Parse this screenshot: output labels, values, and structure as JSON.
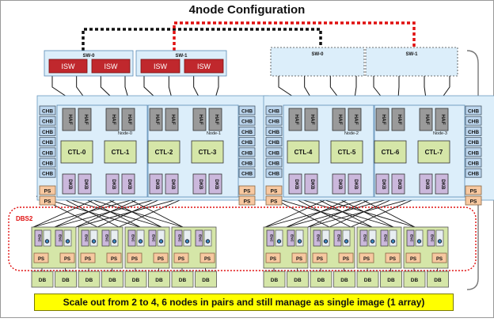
{
  "title": "4node Configuration",
  "dbs_label": "DBS2",
  "banner": "Scale out from 2 to 4, 6 nodes in pairs and still manage as single image (1 array)",
  "left": {
    "switches": [
      {
        "label": "SW-0",
        "isw": [
          "ISW",
          "ISW"
        ]
      },
      {
        "label": "SW-1",
        "isw": [
          "ISW",
          "ISW"
        ]
      }
    ],
    "nodes": [
      "Node-0",
      "Node-1"
    ],
    "ctl": [
      "CTL-0",
      "CTL-1",
      "CTL-2",
      "CTL-3"
    ]
  },
  "right": {
    "switches": [
      {
        "label": "SW-0"
      },
      {
        "label": "SW-1"
      }
    ],
    "nodes": [
      "Node-2",
      "Node-3"
    ],
    "ctl": [
      "CTL-4",
      "CTL-5",
      "CTL-6",
      "CTL-7"
    ]
  },
  "labels": {
    "chb": "CHB",
    "ps": "PS",
    "haf": "HAF",
    "dkb": "DKB",
    "enc": "ENC",
    "db": "DB"
  },
  "colors": {
    "switch_box": "#dceefa",
    "isw": "#c0282d",
    "node_box": "#dceefa",
    "chb": "#bcd6ee",
    "ps": "#f7c8a0",
    "haf": "#9a9a9a",
    "ctl": "#d5e6a8",
    "dkb": "#cbb8dc",
    "enc_tray": "#d5e6a8",
    "db": "#d5e6a8",
    "link_black": "#111111",
    "link_red": "#e01010",
    "banner": "#ffff00"
  }
}
